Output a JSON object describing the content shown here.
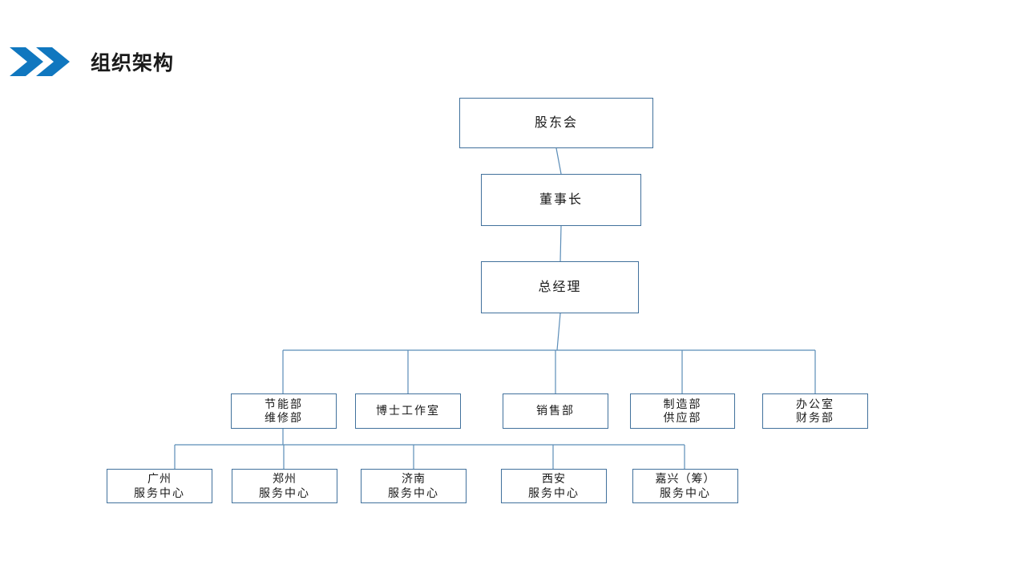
{
  "header": {
    "title": "组织架构",
    "chevron_icon": "double-chevron-right-icon",
    "accent_color": "#1077bf",
    "title_color": "#1a1a1a"
  },
  "chart": {
    "border_color": "#41719c",
    "connector_color": "#5b8db8",
    "nodes": {
      "shareholders": {
        "label": "股东会"
      },
      "chairman": {
        "label": "董事长"
      },
      "general_manager": {
        "label": "总经理"
      },
      "departments": [
        {
          "line1": "节能部",
          "line2": "维修部"
        },
        {
          "line1": "博士工作室",
          "line2": ""
        },
        {
          "line1": "销售部",
          "line2": ""
        },
        {
          "line1": "制造部",
          "line2": "供应部"
        },
        {
          "line1": "办公室",
          "line2": "财务部"
        }
      ],
      "service_centers": [
        {
          "line1": "广州",
          "line2": "服务中心"
        },
        {
          "line1": "郑州",
          "line2": "服务中心"
        },
        {
          "line1": "济南",
          "line2": "服务中心"
        },
        {
          "line1": "西安",
          "line2": "服务中心"
        },
        {
          "line1": "嘉兴（筹）",
          "line2": "服务中心"
        }
      ]
    }
  }
}
